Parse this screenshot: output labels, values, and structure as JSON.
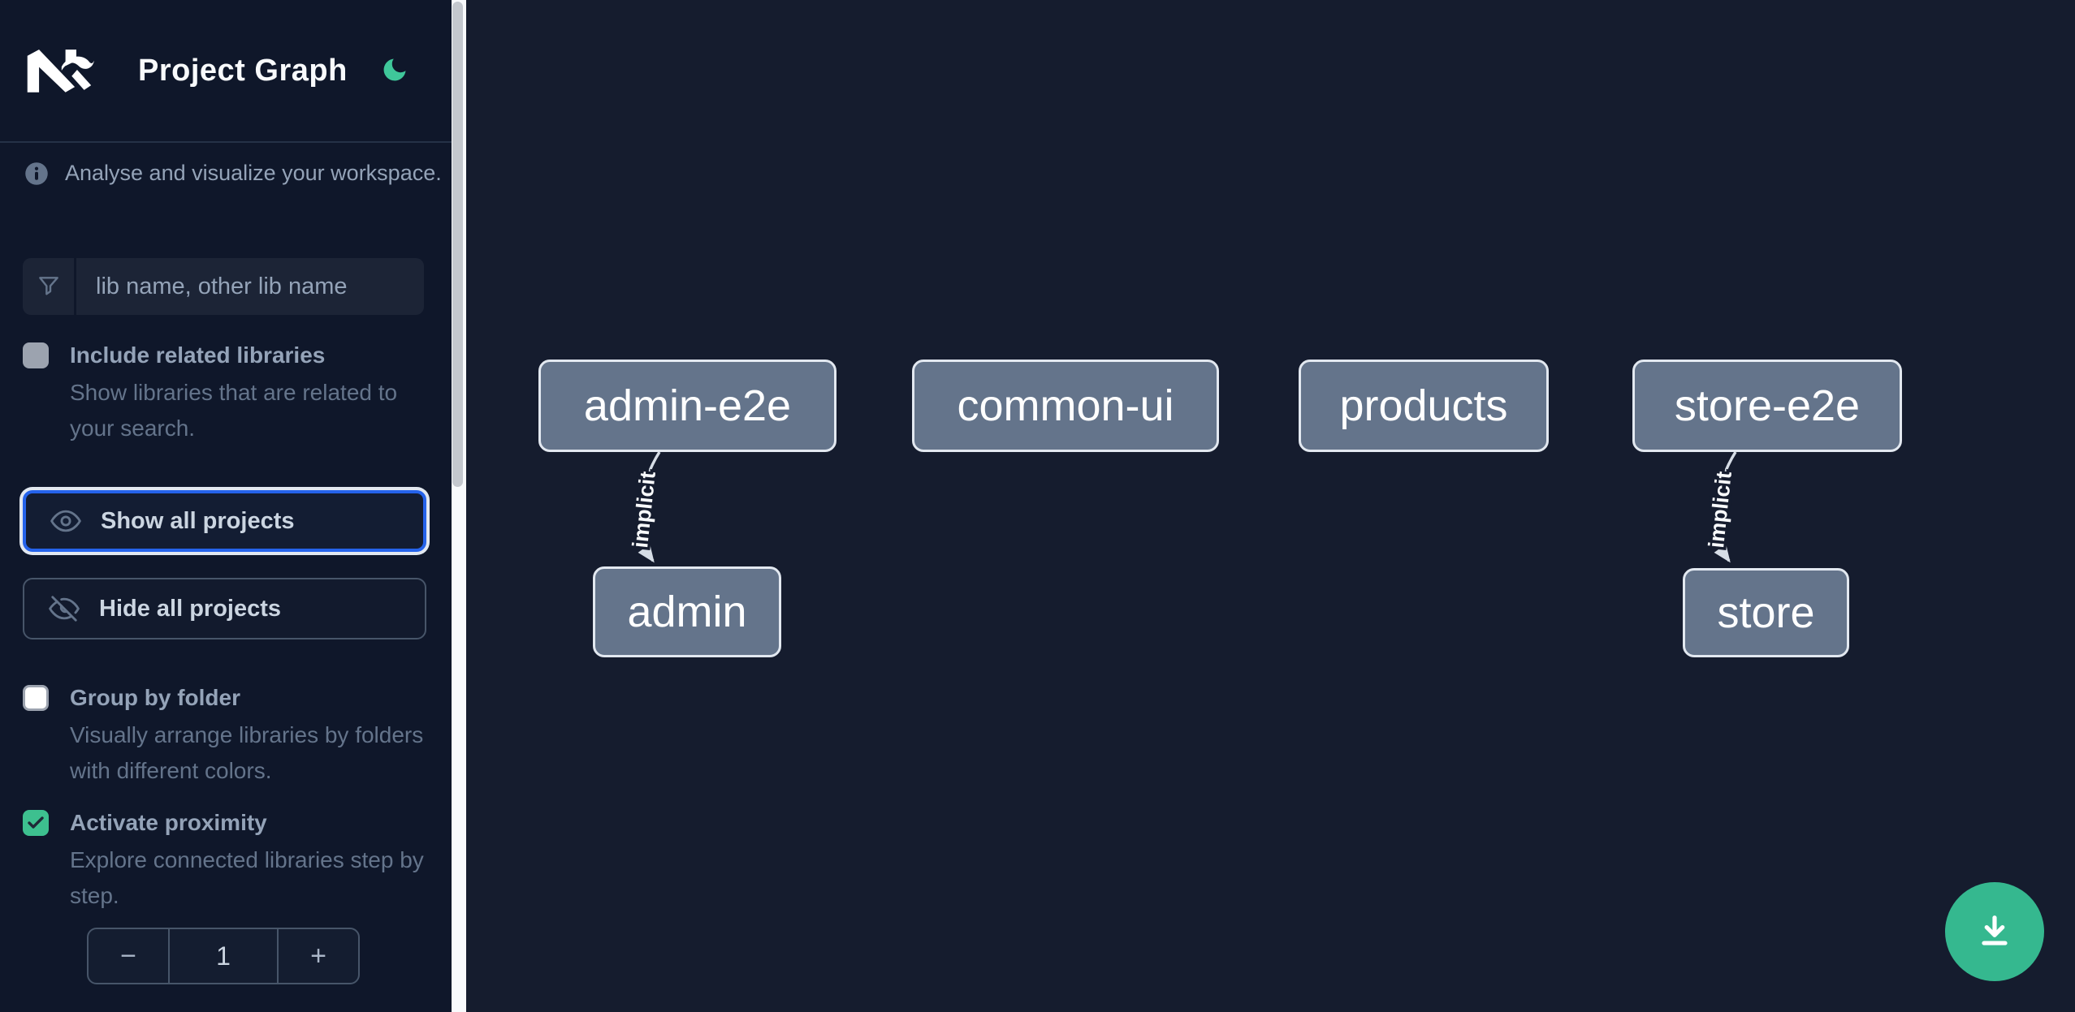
{
  "header": {
    "title": "Project Graph",
    "theme_icon": "moon-icon"
  },
  "colors": {
    "accent_green": "#3dc08f",
    "fab_green": "#35b88f",
    "focus_blue": "#2563eb",
    "node_fill": "#64748b",
    "sidebar_bg": "#0f172a",
    "canvas_bg": "#151c2e"
  },
  "sidebar": {
    "info_text": "Analyse and visualize your workspace.",
    "search_placeholder": "lib name, other lib name",
    "include_related": {
      "label": "Include related libraries",
      "description": "Show libraries that are related to your search.",
      "checked": false
    },
    "show_all_label": "Show all projects",
    "hide_all_label": "Hide all projects",
    "group_by_folder": {
      "label": "Group by folder",
      "description": "Visually arrange libraries by folders with different colors.",
      "checked": false
    },
    "activate_proximity": {
      "label": "Activate proximity",
      "description": "Explore connected libraries step by step.",
      "checked": true
    },
    "stepper": {
      "decrement": "−",
      "value": "1",
      "increment": "+"
    }
  },
  "graph": {
    "nodes": [
      {
        "label": "admin-e2e"
      },
      {
        "label": "common-ui"
      },
      {
        "label": "products"
      },
      {
        "label": "store-e2e"
      },
      {
        "label": "admin"
      },
      {
        "label": "store"
      }
    ],
    "edges": [
      {
        "from": "admin-e2e",
        "to": "admin",
        "label": "implicit"
      },
      {
        "from": "store-e2e",
        "to": "store",
        "label": "implicit"
      }
    ]
  },
  "fab": {
    "icon": "download-icon"
  }
}
